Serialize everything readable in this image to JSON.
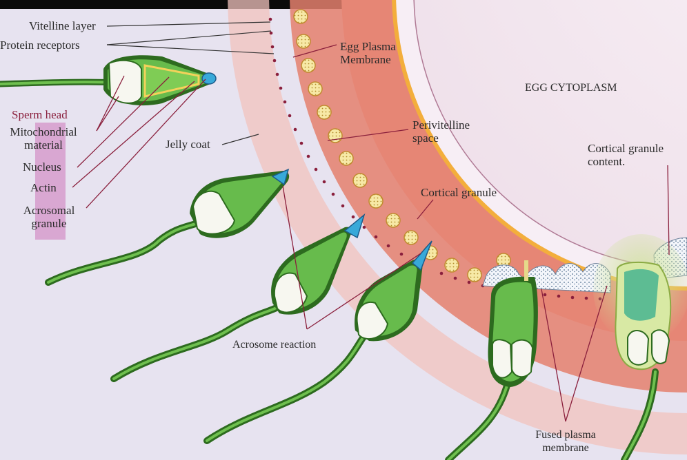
{
  "labels": {
    "vitelline_layer": "Vitelline layer",
    "protein_receptors": "Protein receptors",
    "egg_plasma_membrane": "Egg Plasma\nMembrane",
    "egg_cytoplasm": "EGG CYTOPLASM",
    "sperm_head": "Sperm head",
    "mitochondrial_material": "Mitochondrial\nmaterial",
    "nucleus": "Nucleus",
    "actin": "Actin",
    "acrosomal_granule": "Acrosomal\ngranule",
    "jelly_coat": "Jelly coat",
    "perivitelline_space": "Perivitelline\nspace",
    "cortical_granule": "Cortical granule",
    "cortical_granule_content": "Cortical granule\ncontent.",
    "acrosome_reaction": "Acrosome reaction",
    "fused_plasma_membrane": "Fused plasma\nmembrane"
  },
  "colors": {
    "background": "#e7e3f0",
    "jelly_coat": "#e88a78",
    "jelly_coat_faint": "#f2c3bd",
    "vitelline_layer": "#f2a735",
    "cytoplasm": "#f4e9f1",
    "sperm_green": "#5fb94a",
    "sperm_dark": "#2d6b1f",
    "acrosome_blue": "#38a9d9",
    "label_maroon": "#8a1f3c"
  }
}
